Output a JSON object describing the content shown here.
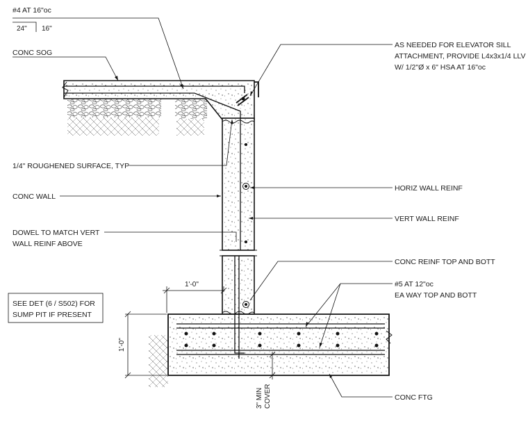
{
  "labels": {
    "rebar_top": "#4  AT 16\"oc",
    "dim_24": "24\"",
    "dim_16": "16\"",
    "conc_sog": "CONC SOG",
    "elev_1": "AS NEEDED FOR ELEVATOR SILL",
    "elev_2": "ATTACHMENT, PROVIDE L4x3x1/4 LLV",
    "elev_3": "W/ 1/2\"Ø x 6\" HSA AT 16\"oc",
    "rough": "1/4\" ROUGHENED SURFACE, TYP",
    "conc_wall": "CONC WALL",
    "horiz": "HORIZ WALL REINF",
    "vert": "VERT WALL REINF",
    "dowel_1": "DOWEL TO MATCH  VERT",
    "dowel_2": "WALL REINF ABOVE",
    "conc_reinf": "CONC REINF TOP AND BOTT",
    "bar5_1": "#5 AT 12\"oc",
    "bar5_2": "EA WAY TOP AND BOTT",
    "dim_1ft_h": "1'-0\"",
    "dim_1ft_v": "1'-0\"",
    "see_det_1": "SEE DET   (6 / S502) FOR",
    "see_det_2": "SUMP PIT IF PRESENT",
    "cover_1": "3\" MIN",
    "cover_2": "COVER",
    "conc_ftg": "CONC FTG"
  }
}
